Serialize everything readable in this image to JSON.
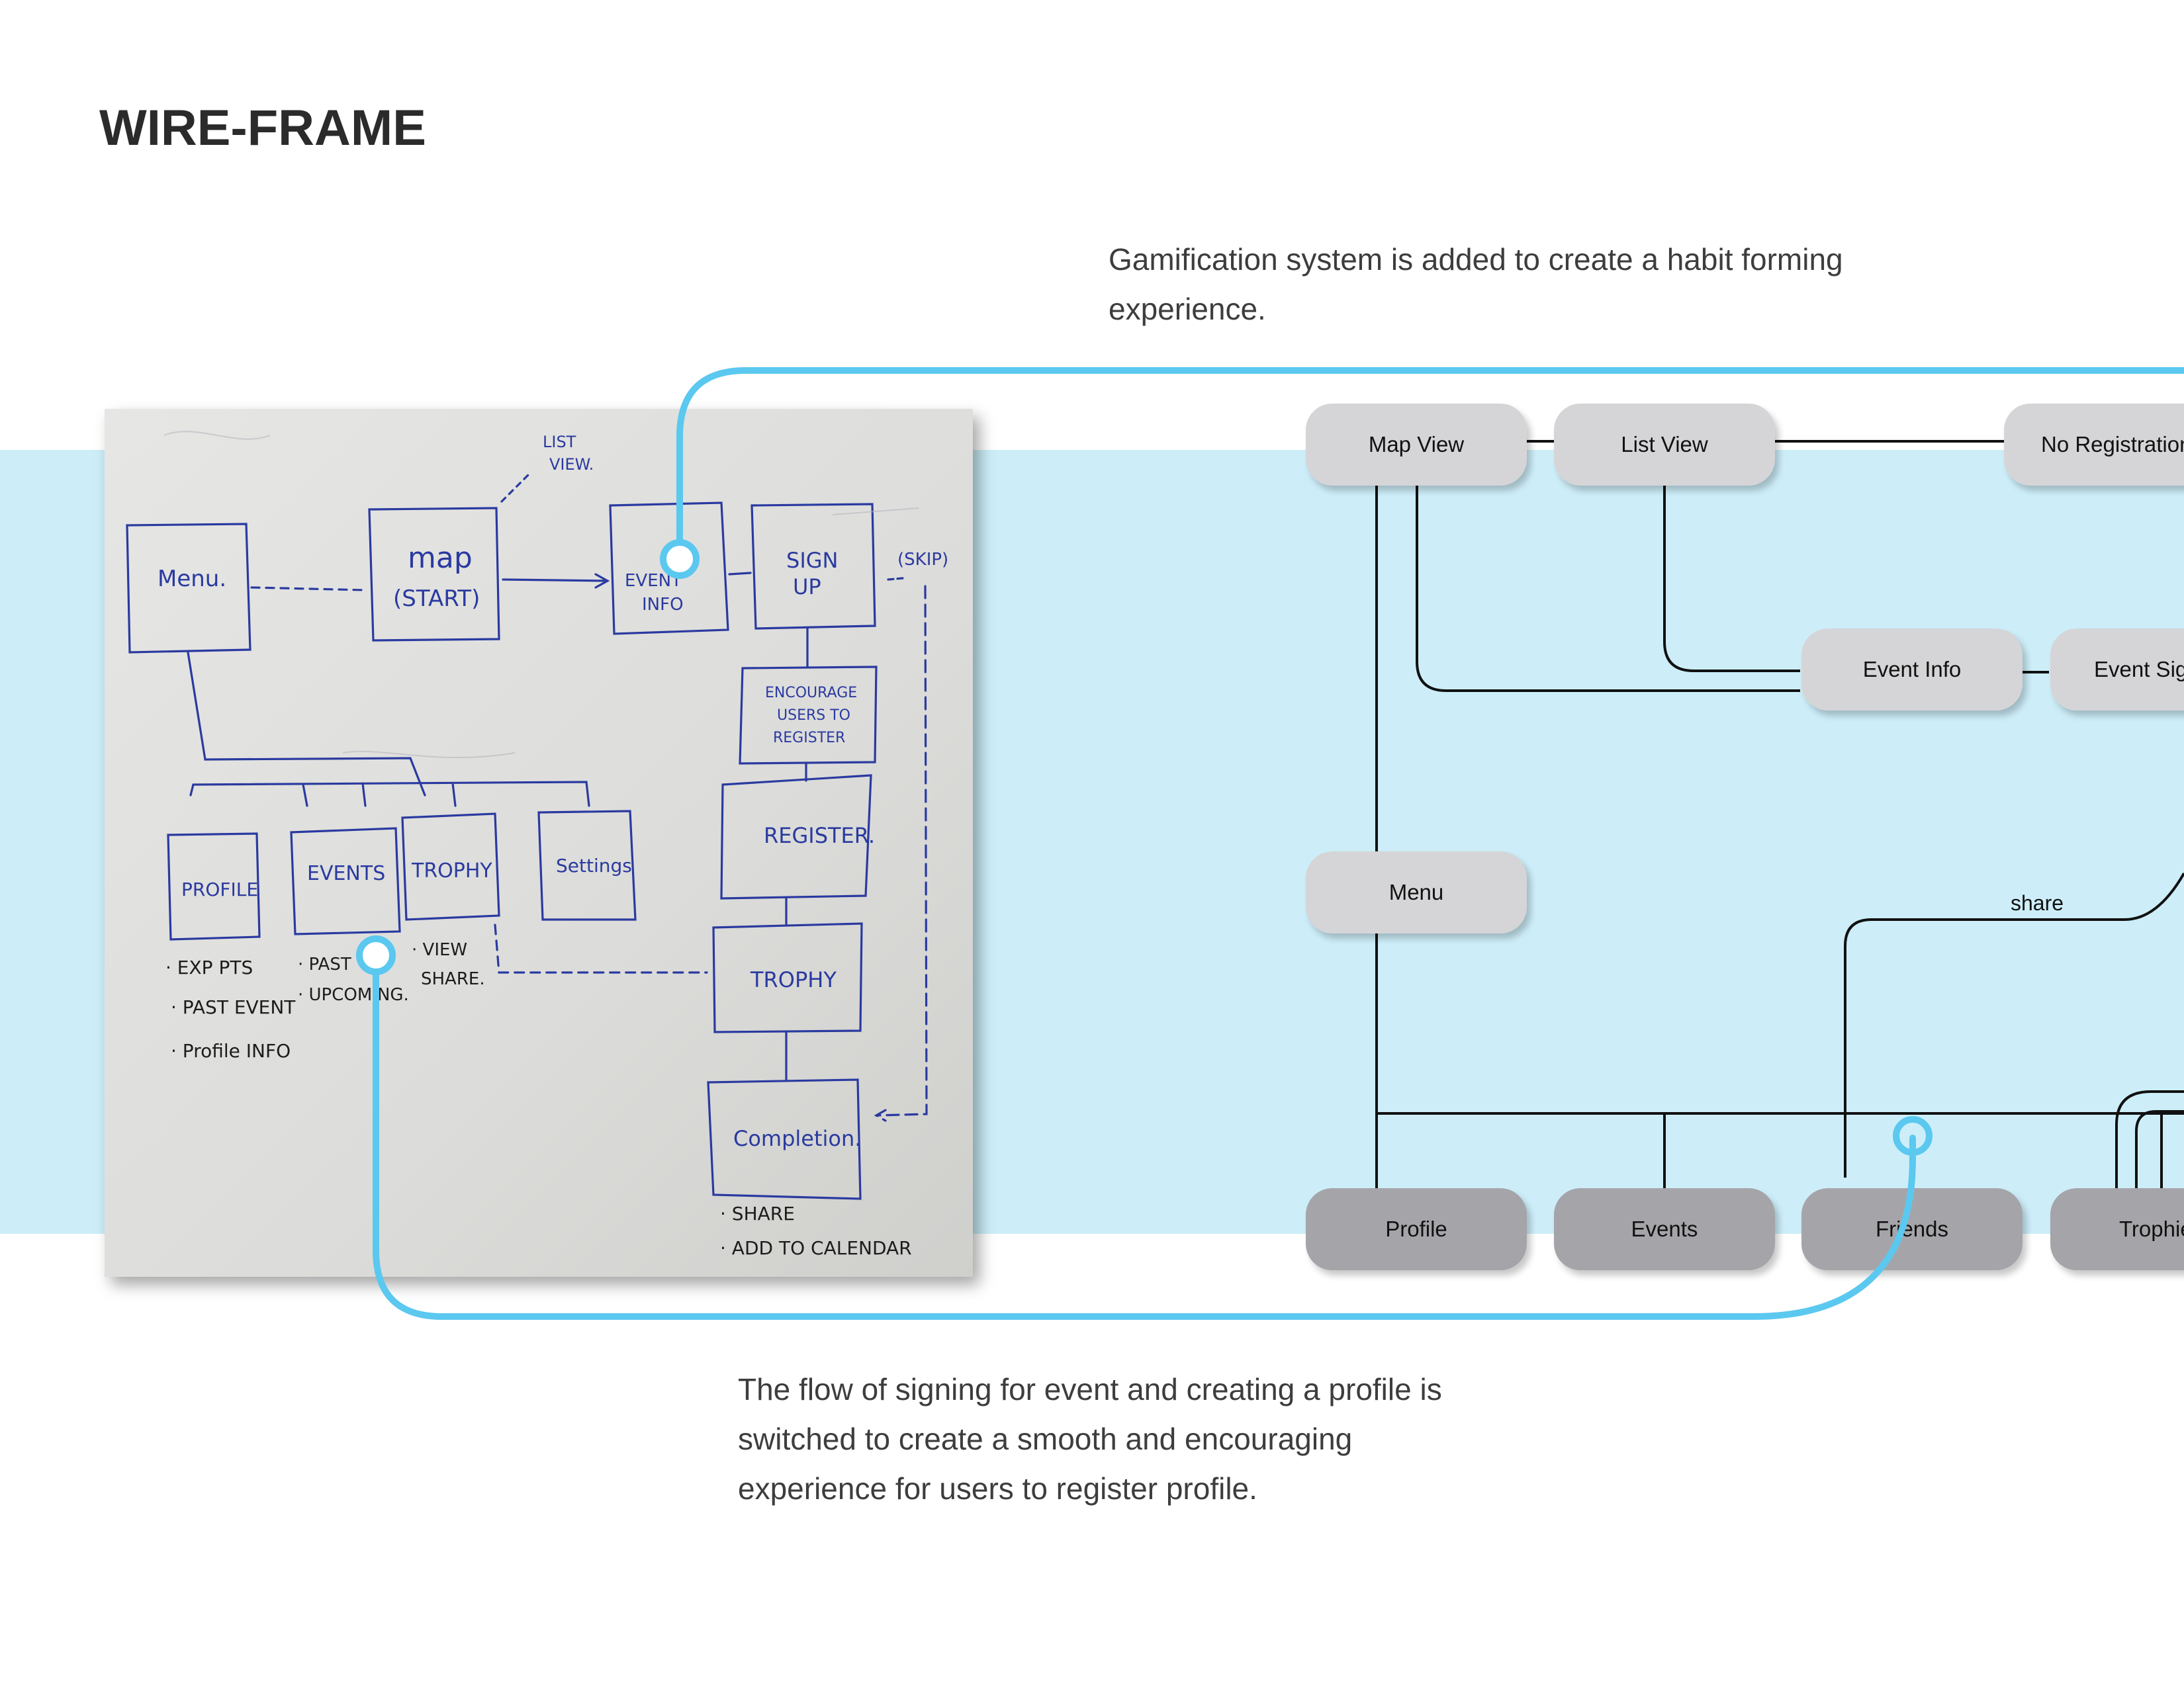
{
  "page": {
    "title": "WIRE-FRAME",
    "caption_top": "Gamification system is added to create a habit forming experience.",
    "caption_bottom": "The flow of signing for event and creating a profile is switched to create a smooth and encouraging experience for users to register profile."
  },
  "colors": {
    "band": "#cdeef9",
    "accent_line": "#5bc8ef",
    "node_light": "#d5d5d7",
    "node_dark": "#a5a5a9",
    "marker_ink": "#2a3aa0"
  },
  "sketch": {
    "boxes": {
      "menu": "Menu.",
      "map": "map",
      "map_sub": "(START)",
      "event": "EVENT",
      "event_sub": "INFO",
      "signup": "SIGN",
      "signup_sub": "UP",
      "encourage_1": "ENCOURAGE",
      "encourage_2": "USERS TO",
      "encourage_3": "REGISTER",
      "register": "REGISTER.",
      "trophy_main": "TROPHY",
      "completion": "Completion.",
      "profile": "PROFILE",
      "events": "EVENTS",
      "trophy": "TROPHY",
      "settings": "Settings"
    },
    "annotations": {
      "list_1": "LIST",
      "list_2": "VIEW.",
      "skip": "(SKIP)",
      "profile_notes": [
        "· EXP PTS",
        "· PAST EVENT",
        "· Profile INFO"
      ],
      "events_notes": [
        "· PAST",
        "· UPCOMING."
      ],
      "trophy_notes": [
        "· VIEW",
        "SHARE."
      ],
      "completion_notes": [
        "· SHARE",
        "· ADD TO CALENDAR"
      ]
    }
  },
  "flow": {
    "nodes": {
      "map_view": "Map View",
      "list_view": "List View",
      "no_registration": "No Registration",
      "event_info": "Event Info",
      "event_signup": "Event Sign Up",
      "menu": "Menu",
      "profile": "Profile",
      "events": "Events",
      "friends": "Friends",
      "trophies": "Trophies"
    },
    "edge_label_share": "share"
  }
}
